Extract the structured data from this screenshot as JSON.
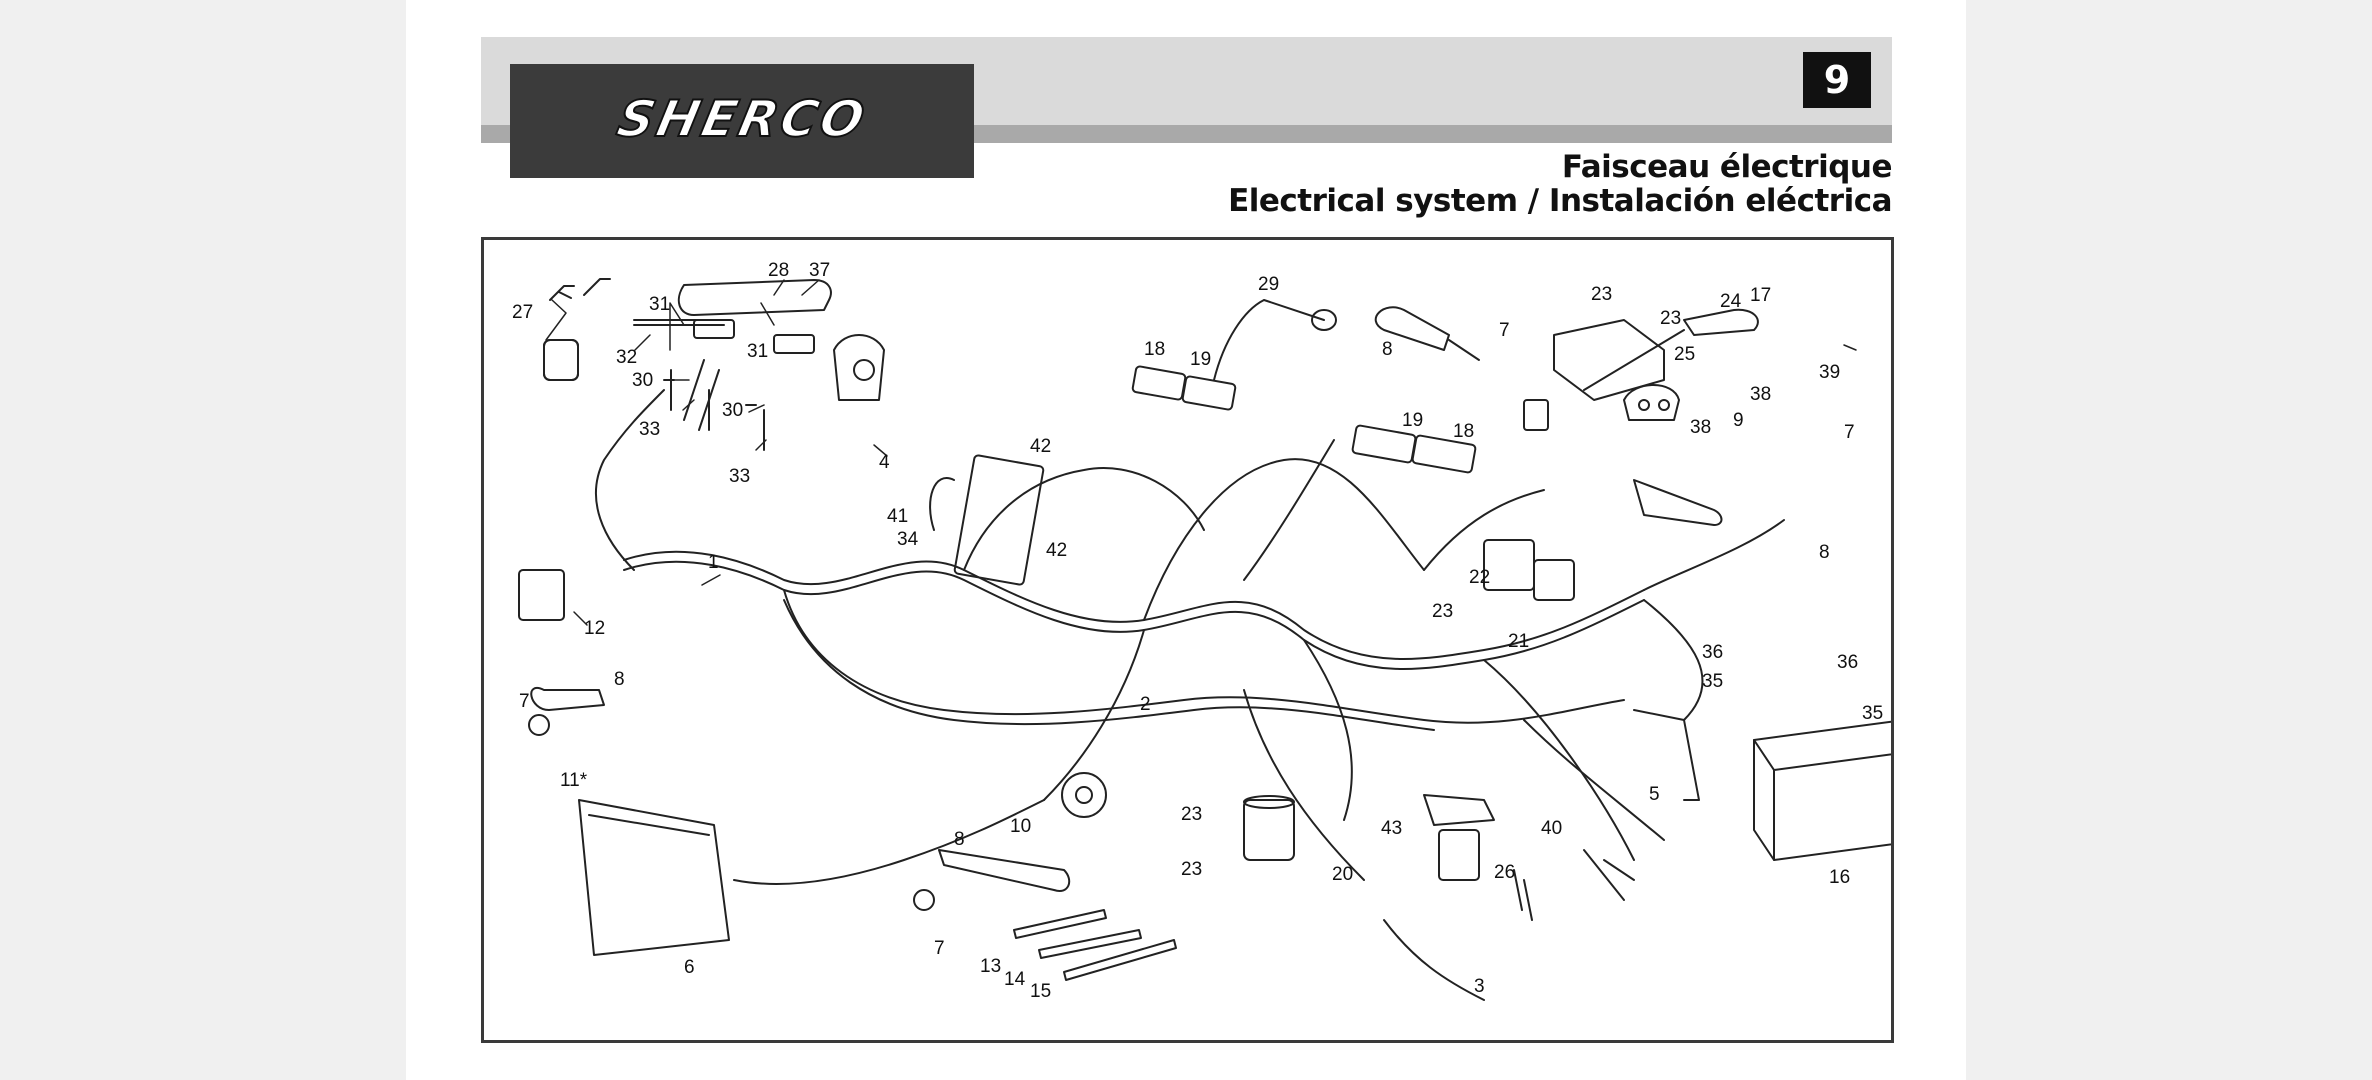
{
  "header": {
    "brand": "SHERCO",
    "page_number": "9",
    "title_fr": "Faisceau électrique",
    "title_en_es": "Electrical system / Instalación eléctrica"
  },
  "diagram": {
    "callouts": [
      "27",
      "28",
      "37",
      "31",
      "32",
      "30",
      "33",
      "31",
      "30",
      "33",
      "4",
      "1",
      "12",
      "41",
      "34",
      "42",
      "42",
      "18",
      "19",
      "29",
      "8",
      "7",
      "23",
      "23",
      "25",
      "24",
      "17",
      "39",
      "38",
      "9",
      "38",
      "7",
      "8",
      "19",
      "18",
      "22",
      "23",
      "21",
      "2",
      "8",
      "7",
      "11*",
      "6",
      "10",
      "8",
      "7",
      "13",
      "14",
      "15",
      "23",
      "23",
      "20",
      "43",
      "40",
      "26",
      "3",
      "36",
      "35",
      "36",
      "35",
      "5",
      "16"
    ]
  },
  "colors": {
    "header_band": "#dadada",
    "header_stripe": "#a9a9a9",
    "logo_bg": "#3b3b3b",
    "page_number_bg": "#111111"
  }
}
